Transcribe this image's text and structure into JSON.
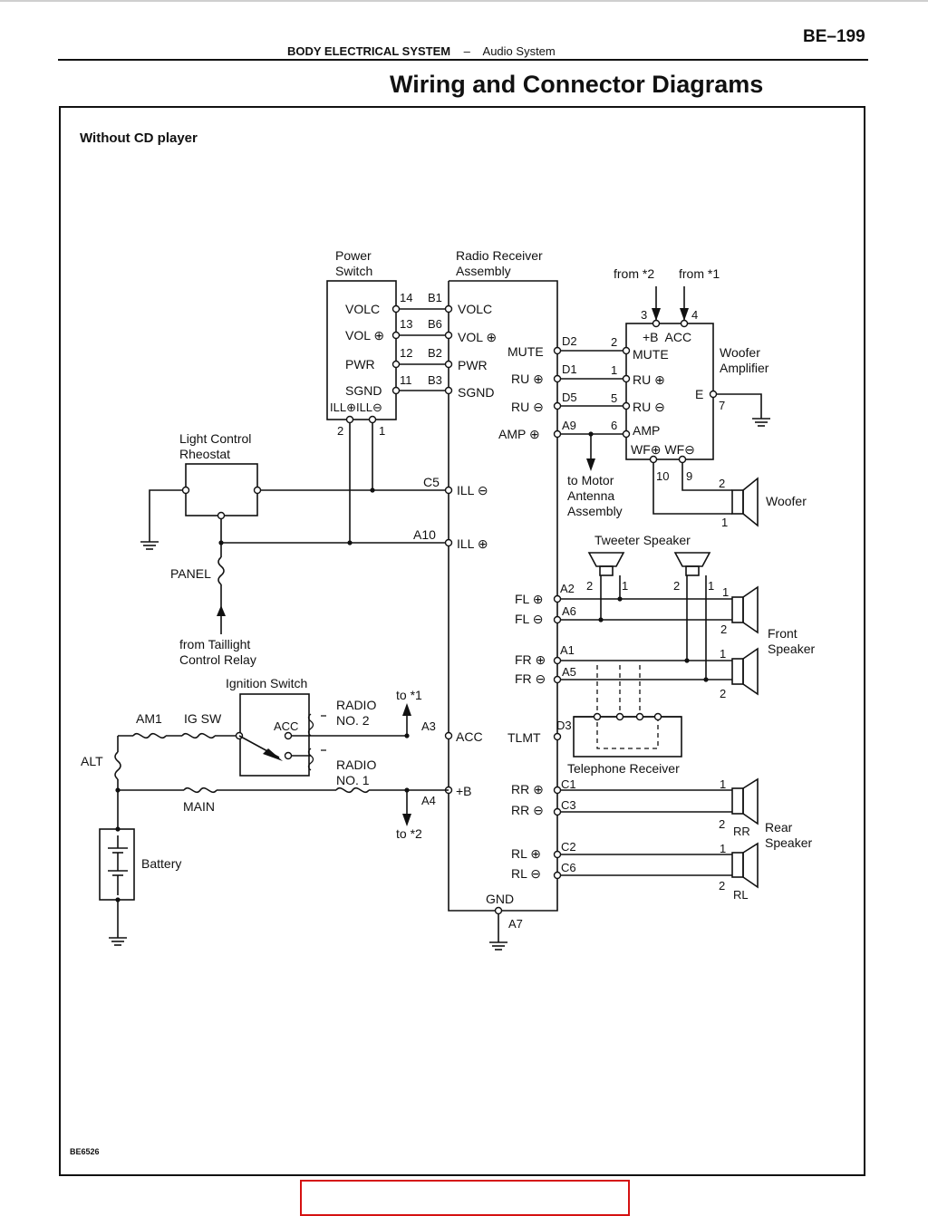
{
  "header": {
    "page_number": "BE–199",
    "section": "BODY ELECTRICAL SYSTEM",
    "separator": "–",
    "subsection": "Audio System",
    "title": "Wiring and Connector Diagrams"
  },
  "diagram": {
    "variant": "Without CD player",
    "figure_code": "BE6526",
    "power_switch": {
      "name": [
        "Power",
        "Switch"
      ],
      "terminals": [
        "VOLC",
        "VOL ⊕",
        "PWR",
        "SGND"
      ],
      "ill_label": "ILL⊕ILL⊖",
      "pins_left": [
        "14",
        "13",
        "12",
        "11"
      ],
      "pins_bottom": [
        "2",
        "1"
      ]
    },
    "radio_receiver": {
      "name": [
        "Radio Receiver",
        "Assembly"
      ],
      "left_pins": [
        "B1",
        "B6",
        "B2",
        "B3"
      ],
      "left_terminals": [
        "VOLC",
        "VOL ⊕",
        "PWR",
        "SGND"
      ],
      "ill_minus": "ILL ⊖",
      "ill_plus": "ILL ⊕",
      "c5": "C5",
      "a10": "A10",
      "acc": "ACC",
      "a3": "A3",
      "b_plus": "+B",
      "a4": "A4",
      "gnd": "GND",
      "a7": "A7",
      "right_terminals": [
        "MUTE",
        "RU ⊕",
        "RU ⊖",
        "AMP ⊕"
      ],
      "right_pins": [
        "D2",
        "D1",
        "D5",
        "A9"
      ],
      "front_terminals": [
        "FL ⊕",
        "FL ⊖",
        "FR ⊕",
        "FR ⊖"
      ],
      "front_pins": [
        "A2",
        "A6",
        "A1",
        "A5"
      ],
      "tlmt": "TLMT",
      "d3": "D3",
      "rear_terminals": [
        "RR ⊕",
        "RR ⊖",
        "RL ⊕",
        "RL ⊖"
      ],
      "rear_pins": [
        "C1",
        "C3",
        "C2",
        "C6"
      ]
    },
    "woofer_amp": {
      "name": [
        "Woofer",
        "Amplifier"
      ],
      "from2": "from *2",
      "from1": "from *1",
      "pin3": "3",
      "pin4": "4",
      "top_terms": "+B  ACC",
      "terms": [
        "MUTE",
        "RU ⊕",
        "RU ⊖",
        "AMP"
      ],
      "wf": "WF⊕ WF⊖",
      "left_pins": [
        "2",
        "1",
        "5",
        "6"
      ],
      "e": "E",
      "e_pin": "7",
      "pin10": "10",
      "pin9": "9"
    },
    "woofer": {
      "name": "Woofer",
      "pin2": "2",
      "pin1": "1"
    },
    "motor_antenna": [
      "to Motor",
      "Antenna",
      "Assembly"
    ],
    "tweeter": {
      "name": "Tweeter Speaker",
      "pins": [
        "2",
        "1",
        "2",
        "1"
      ]
    },
    "front_speaker": {
      "name": [
        "Front",
        "Speaker"
      ],
      "pins": [
        "1",
        "2",
        "1",
        "2"
      ]
    },
    "telephone": "Telephone Receiver",
    "rear_speaker": {
      "name": [
        "Rear",
        "Speaker"
      ],
      "rr": "RR",
      "rl": "RL",
      "pins": [
        "1",
        "2",
        "1",
        "2"
      ]
    },
    "light_control": {
      "name": [
        "Light Control",
        "Rheostat"
      ],
      "panel": "PANEL",
      "taillight": [
        "from Taillight",
        "Control Relay"
      ]
    },
    "ignition": {
      "name": "Ignition Switch",
      "acc": "ACC",
      "am1": "AM1",
      "igsw": "IG SW",
      "alt": "ALT",
      "main": "MAIN",
      "radio2": [
        "RADIO",
        "NO. 2"
      ],
      "radio1": [
        "RADIO",
        "NO. 1"
      ],
      "to1": "to *1",
      "to2": "to *2"
    },
    "battery": "Battery"
  }
}
